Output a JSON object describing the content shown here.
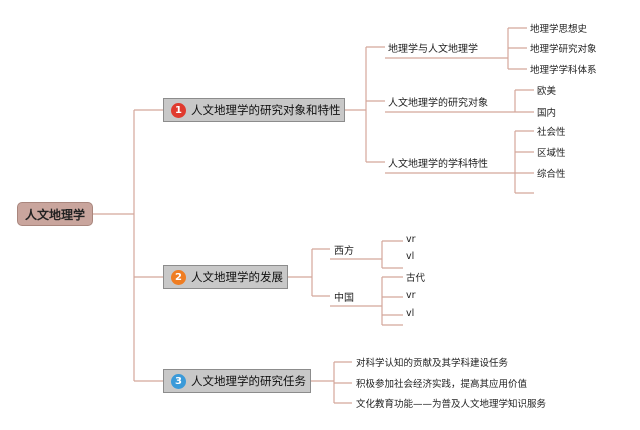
{
  "root": {
    "label": "人文地理学"
  },
  "branches": [
    {
      "num": "1",
      "label": "人文地理学的研究对象和特性",
      "color": "#e03a2e",
      "children": [
        {
          "label": "地理学与人文地理学",
          "children": [
            "地理学思想史",
            "地理学研究对象",
            "地理学学科体系"
          ]
        },
        {
          "label": "人文地理学的研究对象",
          "children": [
            "欧美",
            "国内"
          ]
        },
        {
          "label": "人文地理学的学科特性",
          "children": [
            "社会性",
            "区域性",
            "综合性"
          ]
        }
      ]
    },
    {
      "num": "2",
      "label": "人文地理学的发展",
      "color": "#ef7d22",
      "children": [
        {
          "label": "西方",
          "children": [
            "vr",
            "vl"
          ]
        },
        {
          "label": "中国",
          "children": [
            "古代",
            "vr",
            "vl"
          ]
        }
      ]
    },
    {
      "num": "3",
      "label": "人文地理学的研究任务",
      "color": "#3a9ad9",
      "children": [
        {
          "label": "对科学认知的贡献及其学科建设任务"
        },
        {
          "label": "积极参加社会经济实践，提高其应用价值"
        },
        {
          "label": "文化教育功能——为普及人文地理学知识服务"
        }
      ]
    }
  ],
  "colors": {
    "line": "#d4a79b",
    "root_fill": "#c9a59d",
    "branch_fill": "#c8c8c8"
  }
}
